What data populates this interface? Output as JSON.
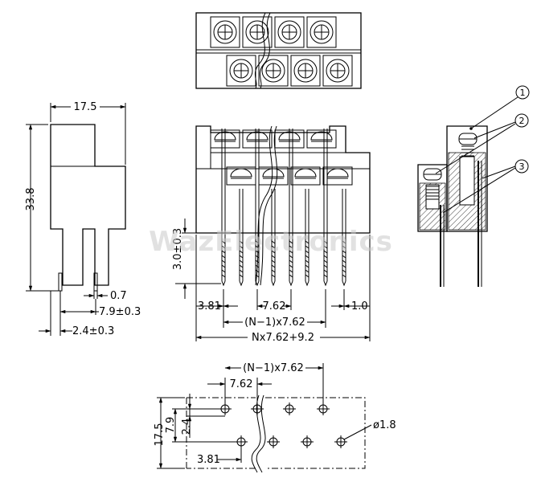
{
  "side_view": {
    "width_dim": "17.5",
    "height_dim": "33.8",
    "pin_dim": "0.7",
    "offset1_dim": "7.9±0.3",
    "offset2_dim": "2.4±0.3"
  },
  "front_view": {
    "pin_length_dim": "3.0±0.3",
    "left_dim": "3.81",
    "pitch_dim": "7.62",
    "right_dim": "1.0",
    "span_dim": "(N−1)x7.62",
    "total_dim": "Nx7.62+9.2"
  },
  "section_view": {
    "callout_1": "1",
    "callout_2": "2",
    "callout_3": "3"
  },
  "footprint": {
    "span_dim": "(N−1)x7.62",
    "pitch_dim": "7.62",
    "width_dim": "17.5",
    "row_dim": "7.9",
    "offset_dim": "2.4",
    "left_dim": "3.81",
    "hole_dim": "ø1.8"
  },
  "watermark": "WazElectronics"
}
